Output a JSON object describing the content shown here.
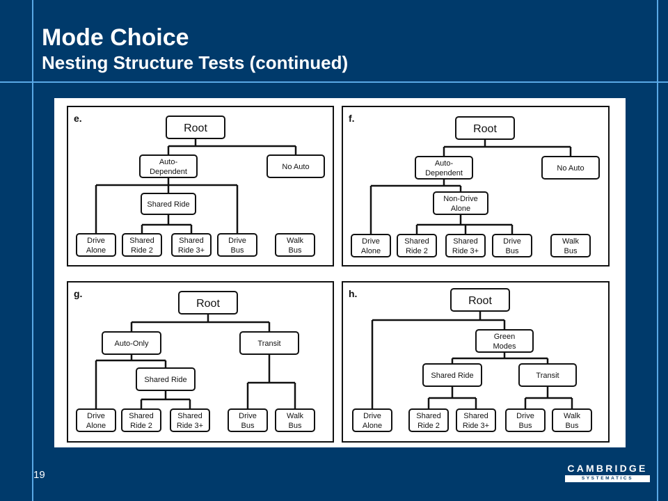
{
  "slide": {
    "title": "Mode Choice",
    "subtitle": "Nesting Structure Tests (continued)",
    "page_number": "19",
    "logo": {
      "main": "CAMBRIDGE",
      "sub": "SYSTEMATICS"
    }
  },
  "panels": [
    {
      "label": "e.",
      "nodes": [
        {
          "id": "root",
          "label": "Root"
        },
        {
          "id": "auto",
          "label": "Auto-\nDependent"
        },
        {
          "id": "noauto",
          "label": "No Auto"
        },
        {
          "id": "shared",
          "label": "Shared Ride"
        },
        {
          "id": "da",
          "label": "Drive\nAlone"
        },
        {
          "id": "sr2",
          "label": "Shared\nRide 2"
        },
        {
          "id": "sr3",
          "label": "Shared\nRide 3+"
        },
        {
          "id": "db",
          "label": "Drive\nBus"
        },
        {
          "id": "wb",
          "label": "Walk\nBus"
        }
      ]
    },
    {
      "label": "f.",
      "nodes": [
        {
          "id": "root",
          "label": "Root"
        },
        {
          "id": "auto",
          "label": "Auto-\nDependent"
        },
        {
          "id": "noauto",
          "label": "No Auto"
        },
        {
          "id": "nda",
          "label": "Non-Drive\nAlone"
        },
        {
          "id": "da",
          "label": "Drive\nAlone"
        },
        {
          "id": "sr2",
          "label": "Shared\nRide 2"
        },
        {
          "id": "sr3",
          "label": "Shared\nRide 3+"
        },
        {
          "id": "db",
          "label": "Drive\nBus"
        },
        {
          "id": "wb",
          "label": "Walk\nBus"
        }
      ]
    },
    {
      "label": "g.",
      "nodes": [
        {
          "id": "root",
          "label": "Root"
        },
        {
          "id": "autoonly",
          "label": "Auto-Only"
        },
        {
          "id": "transit",
          "label": "Transit"
        },
        {
          "id": "shared",
          "label": "Shared Ride"
        },
        {
          "id": "da",
          "label": "Drive\nAlone"
        },
        {
          "id": "sr2",
          "label": "Shared\nRide 2"
        },
        {
          "id": "sr3",
          "label": "Shared\nRide 3+"
        },
        {
          "id": "db",
          "label": "Drive\nBus"
        },
        {
          "id": "wb",
          "label": "Walk\nBus"
        }
      ]
    },
    {
      "label": "h.",
      "nodes": [
        {
          "id": "root",
          "label": "Root"
        },
        {
          "id": "green",
          "label": "Green\nModes"
        },
        {
          "id": "shared",
          "label": "Shared Ride"
        },
        {
          "id": "transit",
          "label": "Transit"
        },
        {
          "id": "da",
          "label": "Drive\nAlone"
        },
        {
          "id": "sr2",
          "label": "Shared\nRide 2"
        },
        {
          "id": "sr3",
          "label": "Shared\nRide 3+"
        },
        {
          "id": "db",
          "label": "Drive\nBus"
        },
        {
          "id": "wb",
          "label": "Walk\nBus"
        }
      ]
    }
  ]
}
